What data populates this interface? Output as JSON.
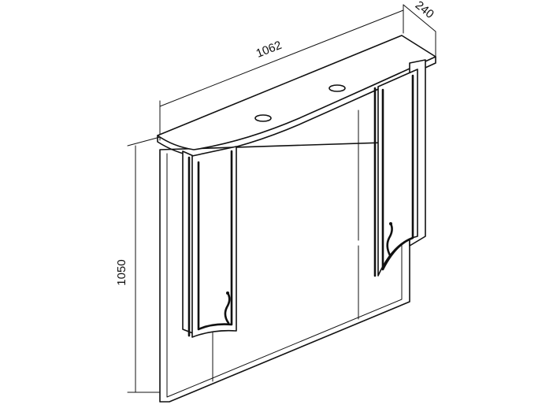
{
  "dimensions": {
    "width": "1062",
    "depth": "240",
    "height": "1050"
  },
  "colors": {
    "line": "#111111",
    "background": "#ffffff"
  }
}
